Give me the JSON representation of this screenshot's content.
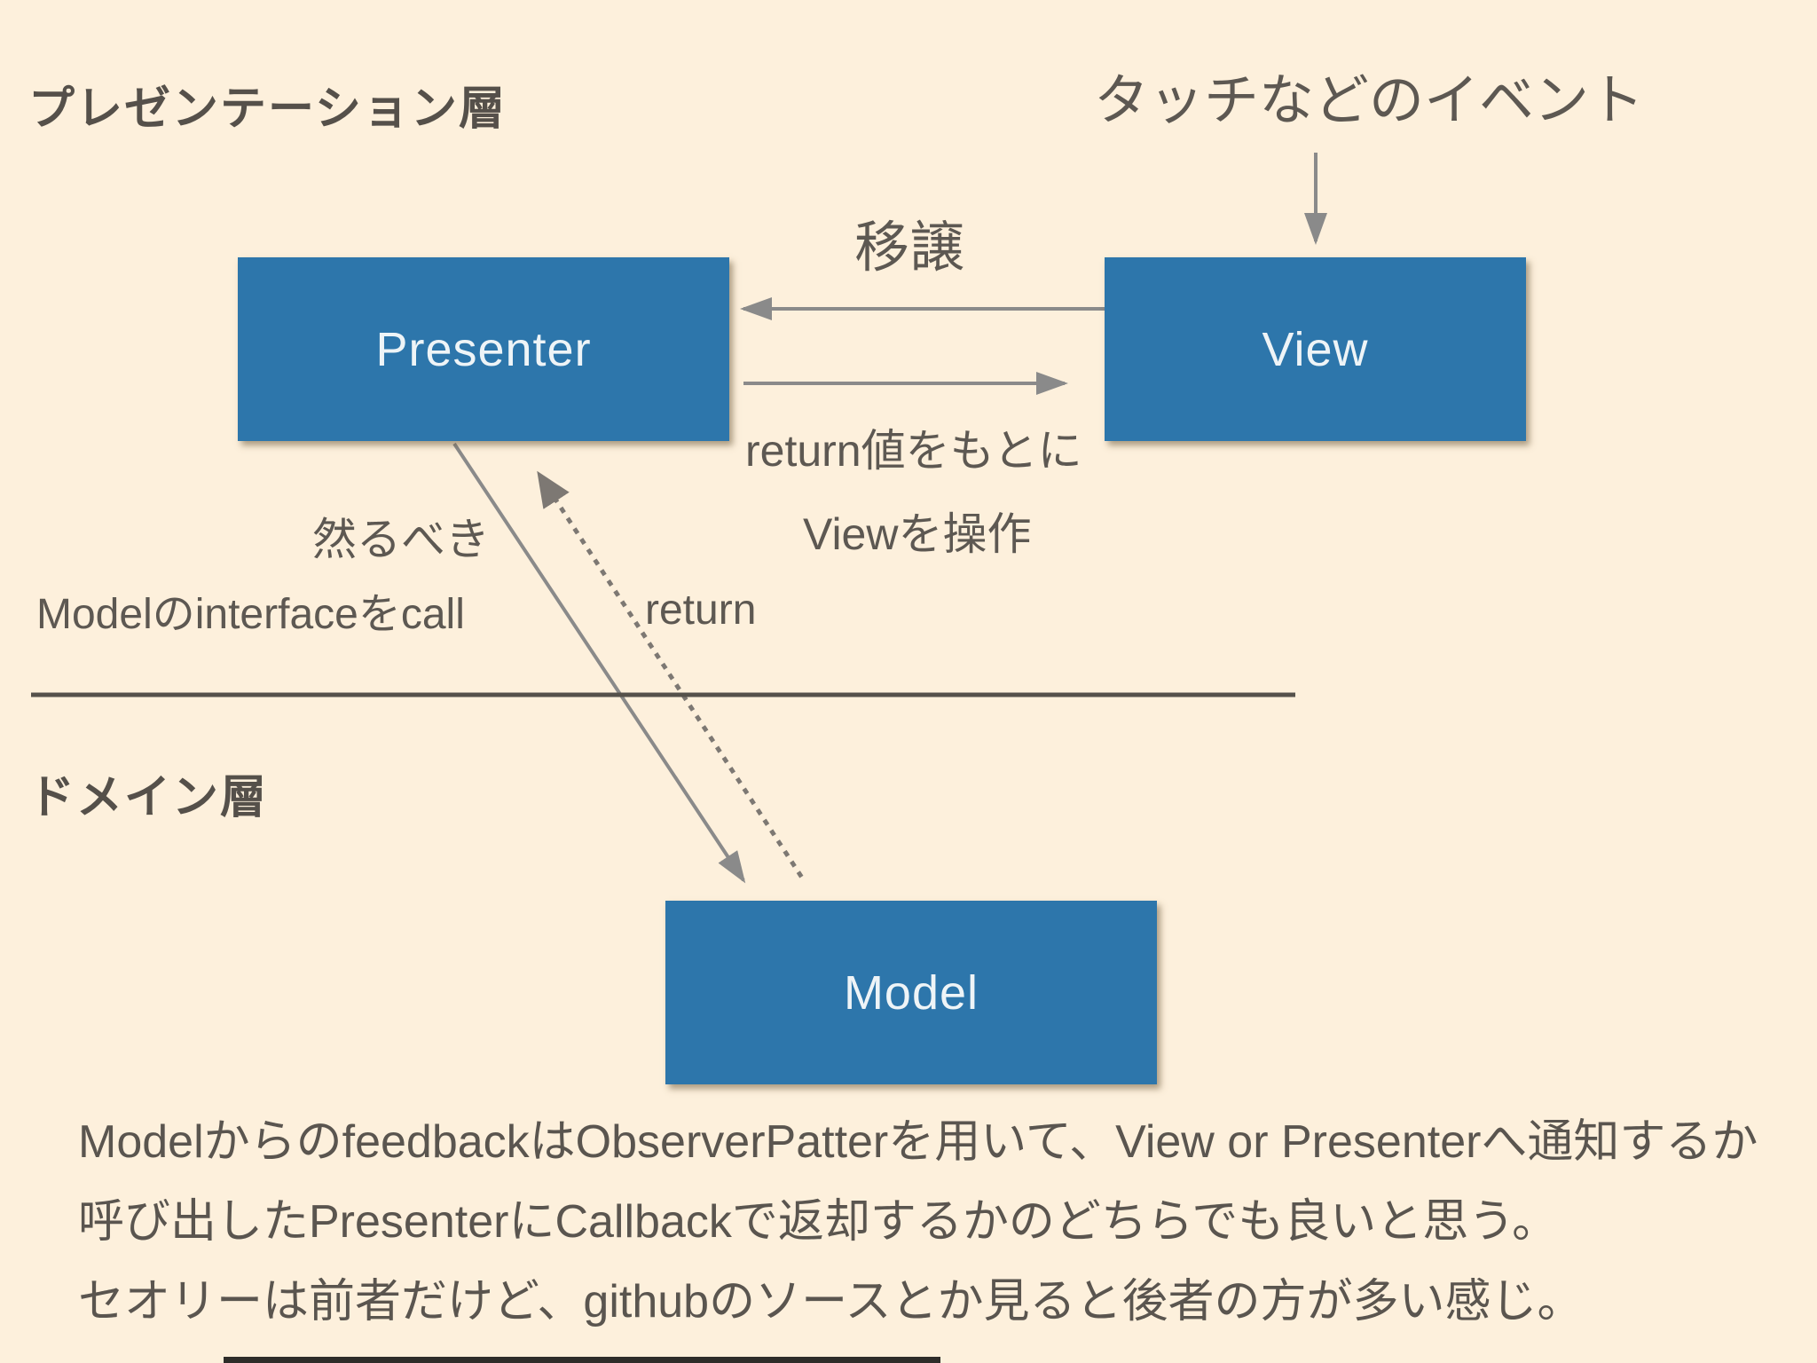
{
  "colors": {
    "background": "#fdf0dc",
    "node_blue": "#2d76ab",
    "node_text": "#eef4f7",
    "text_gray": "#57524c",
    "arrow_gray": "#8a8a8a",
    "dotted_gray": "#7d7873",
    "divider_gray": "#55514b"
  },
  "layers": {
    "presentation": {
      "label": "プレゼンテーション層"
    },
    "domain": {
      "label": "ドメイン層"
    }
  },
  "nodes": {
    "presenter": {
      "label": "Presenter"
    },
    "view": {
      "label": "View"
    },
    "model": {
      "label": "Model"
    }
  },
  "annotations": {
    "touch_event": "タッチなどのイベント",
    "delegation": "移譲",
    "return_value_based": "return値をもとに",
    "operate_view": "Viewを操作",
    "appropriate": "然るべき",
    "model_interface_call": "Modelのinterfaceをcall",
    "return_label": "return"
  },
  "notes": {
    "line1": "ModelからのfeedbackはObserverPatterを用いて、View or Presenterへ通知するか",
    "line2": "呼び出したPresenterにCallbackで返却するかのどちらでも良いと思う。",
    "line3": "セオリーは前者だけど、githubのソースとか見ると後者の方が多い感じ。"
  }
}
